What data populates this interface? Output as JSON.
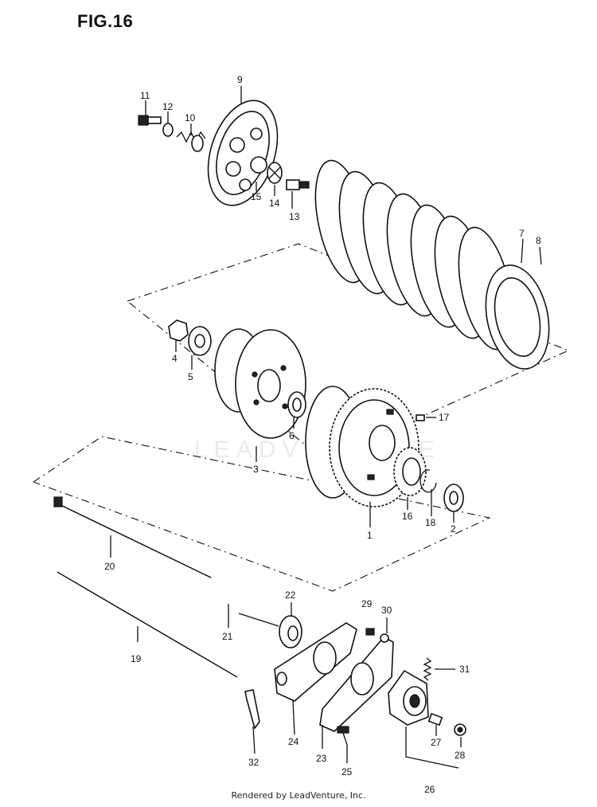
{
  "title": "FIG.16",
  "watermark": "LEADVENTURE",
  "footer": "Rendered by LeadVenture, Inc.",
  "callouts": [
    {
      "id": "1",
      "label": "1"
    },
    {
      "id": "2",
      "label": "2"
    },
    {
      "id": "3",
      "label": "3"
    },
    {
      "id": "4",
      "label": "4"
    },
    {
      "id": "5",
      "label": "5"
    },
    {
      "id": "6",
      "label": "6"
    },
    {
      "id": "7",
      "label": "7"
    },
    {
      "id": "8",
      "label": "8"
    },
    {
      "id": "9",
      "label": "9"
    },
    {
      "id": "10",
      "label": "10"
    },
    {
      "id": "11",
      "label": "11"
    },
    {
      "id": "12",
      "label": "12"
    },
    {
      "id": "13",
      "label": "13"
    },
    {
      "id": "14",
      "label": "14"
    },
    {
      "id": "15",
      "label": "15"
    },
    {
      "id": "16",
      "label": "16"
    },
    {
      "id": "17",
      "label": "17"
    },
    {
      "id": "18",
      "label": "18"
    },
    {
      "id": "19",
      "label": "19"
    },
    {
      "id": "20",
      "label": "20"
    },
    {
      "id": "21",
      "label": "21"
    },
    {
      "id": "22",
      "label": "22"
    },
    {
      "id": "23",
      "label": "23"
    },
    {
      "id": "24",
      "label": "24"
    },
    {
      "id": "25",
      "label": "25"
    },
    {
      "id": "26",
      "label": "26"
    },
    {
      "id": "27",
      "label": "27"
    },
    {
      "id": "28",
      "label": "28"
    },
    {
      "id": "29",
      "label": "29"
    },
    {
      "id": "30",
      "label": "30"
    },
    {
      "id": "31",
      "label": "31"
    },
    {
      "id": "32",
      "label": "32"
    }
  ]
}
